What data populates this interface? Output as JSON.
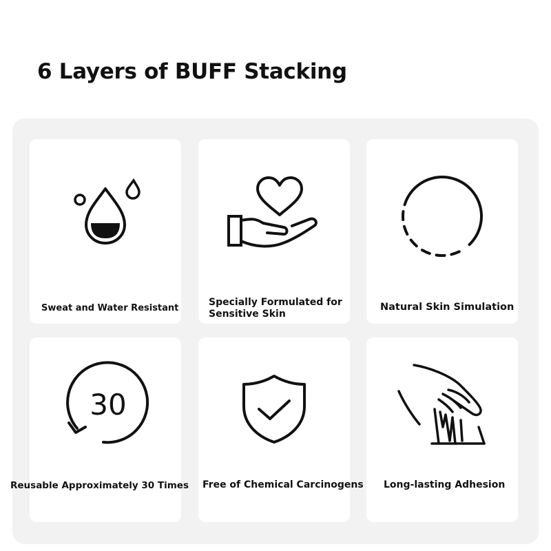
{
  "heading": "6 Layers of BUFF Stacking",
  "features": [
    {
      "icon": "water-drop-icon",
      "label": "Sweat and Water Resistant"
    },
    {
      "icon": "heart-in-hand-icon",
      "label": "Specially Formulated for Sensitive Skin",
      "label_lines": [
        "Specially Formulated for",
        "Sensitive Skin"
      ]
    },
    {
      "icon": "dashed-circle-icon",
      "label": "Natural Skin Simulation"
    },
    {
      "icon": "reuse-30-icon",
      "label": "Reusable Approximately 30 Times",
      "icon_text": "30"
    },
    {
      "icon": "shield-check-icon",
      "label": "Free of Chemical Carcinogens"
    },
    {
      "icon": "hand-stroke-icon",
      "label": "Long-lasting Adhesion"
    }
  ]
}
